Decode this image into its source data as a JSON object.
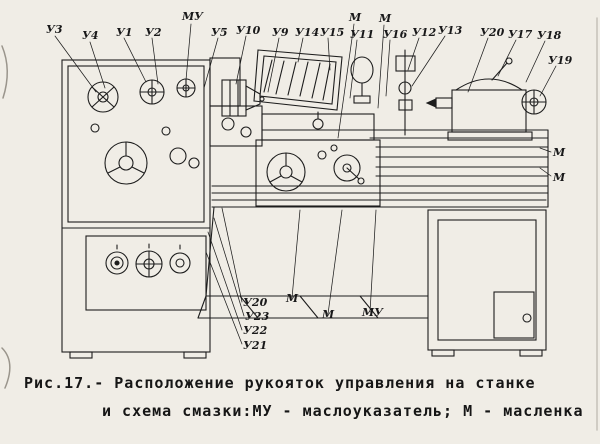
{
  "figure": {
    "caption_line1": "Рис.17.- Расположение рукояток управления на станке",
    "caption_line2": "и схема смазки:МУ - маслоуказатель; М - масленка"
  },
  "labels": [
    {
      "id": "u3",
      "text": "У3"
    },
    {
      "id": "u4",
      "text": "У4"
    },
    {
      "id": "u1",
      "text": "У1"
    },
    {
      "id": "u2",
      "text": "У2"
    },
    {
      "id": "mu-top",
      "text": "МУ"
    },
    {
      "id": "u5",
      "text": "У5"
    },
    {
      "id": "u10",
      "text": "У10"
    },
    {
      "id": "u9",
      "text": "У9"
    },
    {
      "id": "u14",
      "text": "У14"
    },
    {
      "id": "u15",
      "text": "У15"
    },
    {
      "id": "m-top-1",
      "text": "М"
    },
    {
      "id": "u11",
      "text": "У11"
    },
    {
      "id": "m-top-2",
      "text": "М"
    },
    {
      "id": "u16",
      "text": "У16"
    },
    {
      "id": "u12",
      "text": "У12"
    },
    {
      "id": "u13",
      "text": "У13"
    },
    {
      "id": "u20-top",
      "text": "У20"
    },
    {
      "id": "u17",
      "text": "У17"
    },
    {
      "id": "u18",
      "text": "У18"
    },
    {
      "id": "u19",
      "text": "У19"
    },
    {
      "id": "m-right-1",
      "text": "М"
    },
    {
      "id": "m-right-2",
      "text": "М"
    },
    {
      "id": "u20-bottom",
      "text": "У20"
    },
    {
      "id": "u23",
      "text": "У23"
    },
    {
      "id": "u22",
      "text": "У22"
    },
    {
      "id": "u21",
      "text": "У21"
    },
    {
      "id": "m-bottom-1",
      "text": "М"
    },
    {
      "id": "m-bottom-2",
      "text": "М"
    },
    {
      "id": "mu-bottom",
      "text": "МУ"
    }
  ]
}
